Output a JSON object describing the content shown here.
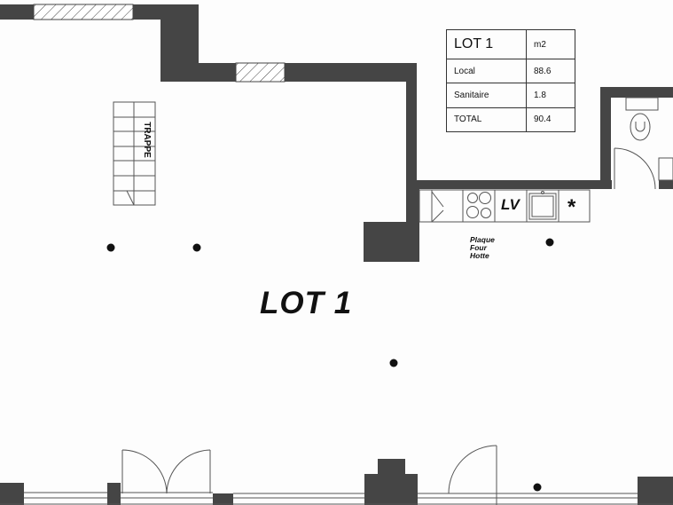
{
  "plan": {
    "title": "LOT 1",
    "room_labels": {
      "main": "LOT 1",
      "trapdoor": "TRAPPE",
      "dishwasher": "LV",
      "fridge_symbol": "*",
      "appliances": [
        "Plaque",
        "Four",
        "Hotte"
      ]
    }
  },
  "area_table": {
    "header": {
      "label": "LOT 1",
      "unit": "m2"
    },
    "rows": [
      {
        "label": "Local",
        "value": "88.6"
      },
      {
        "label": "Sanitaire",
        "value": "1.8"
      },
      {
        "label": "TOTAL",
        "value": "90.4"
      }
    ]
  },
  "colors": {
    "wall": "#454545",
    "line": "#555555",
    "background": "#fdfdfd"
  }
}
